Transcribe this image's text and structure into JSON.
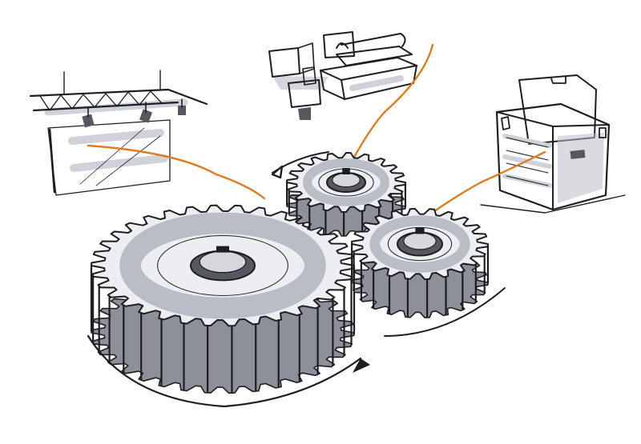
{
  "image": {
    "background": "#ffffff",
    "style": "marker sketch",
    "colors": {
      "ink": "#1e1e22",
      "marker_grey": "#b9bdc6",
      "marker_dark": "#55585f",
      "connector_orange": "#e07b1f"
    },
    "objects": [
      "truss-with-stage-lights",
      "rolled-material-and-blocks",
      "flight-cases",
      "large-gear",
      "top-small-gear",
      "right-small-gear"
    ]
  }
}
